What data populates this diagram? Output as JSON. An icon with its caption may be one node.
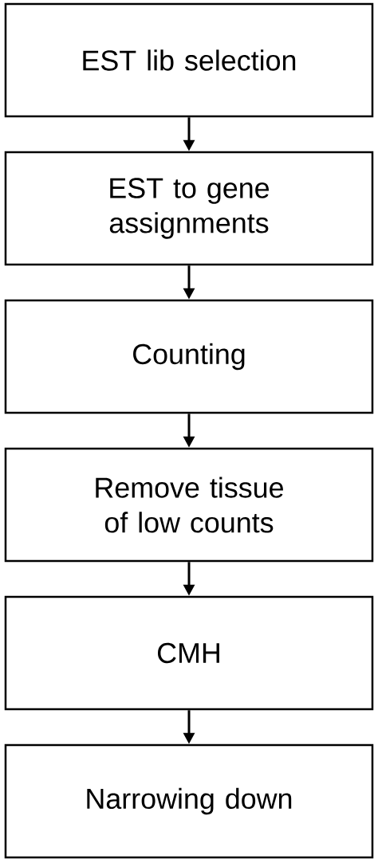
{
  "diagram": {
    "nodes": [
      {
        "text": [
          "EST lib selection"
        ]
      },
      {
        "text": [
          "EST to gene assignments"
        ]
      },
      {
        "text": [
          "Counting"
        ]
      },
      {
        "text": [
          "Remove tissue of low counts"
        ]
      },
      {
        "text": [
          "CMH"
        ]
      },
      {
        "text": [
          "Narrowing down"
        ]
      }
    ],
    "edges": [
      {
        "from": 0,
        "to": 1,
        "arrow": "to"
      },
      {
        "from": 1,
        "to": 2,
        "arrow": "to"
      },
      {
        "from": 2,
        "to": 3,
        "arrow": "to"
      },
      {
        "from": 3,
        "to": 4,
        "arrow": "to"
      },
      {
        "from": 4,
        "to": 5,
        "arrow": "to"
      }
    ]
  }
}
